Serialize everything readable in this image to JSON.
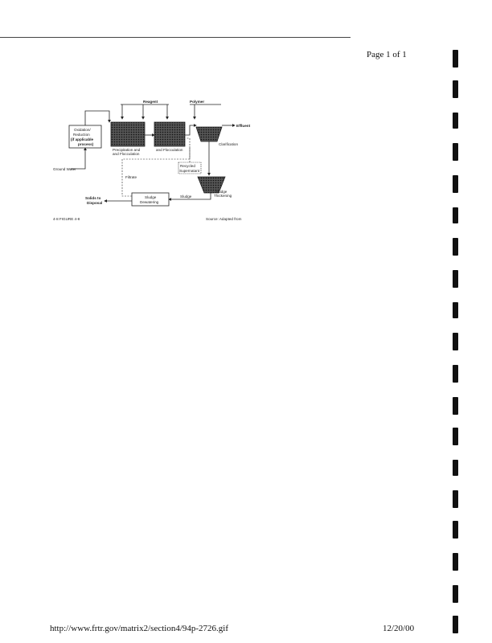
{
  "header": {
    "page_number": "Page 1 of 1"
  },
  "figure": {
    "labels": {
      "reagent_top": "Reagent",
      "polymer_top": "Polymer",
      "oxidation": "Oxidation/",
      "reduction": "Reduction",
      "if_applicable": "(if applicable",
      "if_applicable_2": "process)",
      "ground_water": "Ground Water",
      "precipitation": "Precipitation and",
      "flocculation": "and Flocculation",
      "clarification": "Clarification",
      "effluent": "Effluent",
      "recycled": "Recycled",
      "recycled_2": "Supernatant",
      "sludge": "Sludge",
      "thickening": "Thickening",
      "sludge_dewatering": "Sludge",
      "sludge_dewatering_2": "Dewatering",
      "solids_disposal": "Solids to",
      "solids_disposal_2": "Disposal",
      "filtrate": "Filtrate",
      "sludge_flow": "Sludge",
      "caption_left": "4-8 FIGURE 4-8",
      "caption_right": "Source: Adapted from"
    }
  },
  "footer": {
    "url": "http://www.frtr.gov/matrix2/section4/94p-2726.gif",
    "date": "12/20/00"
  }
}
